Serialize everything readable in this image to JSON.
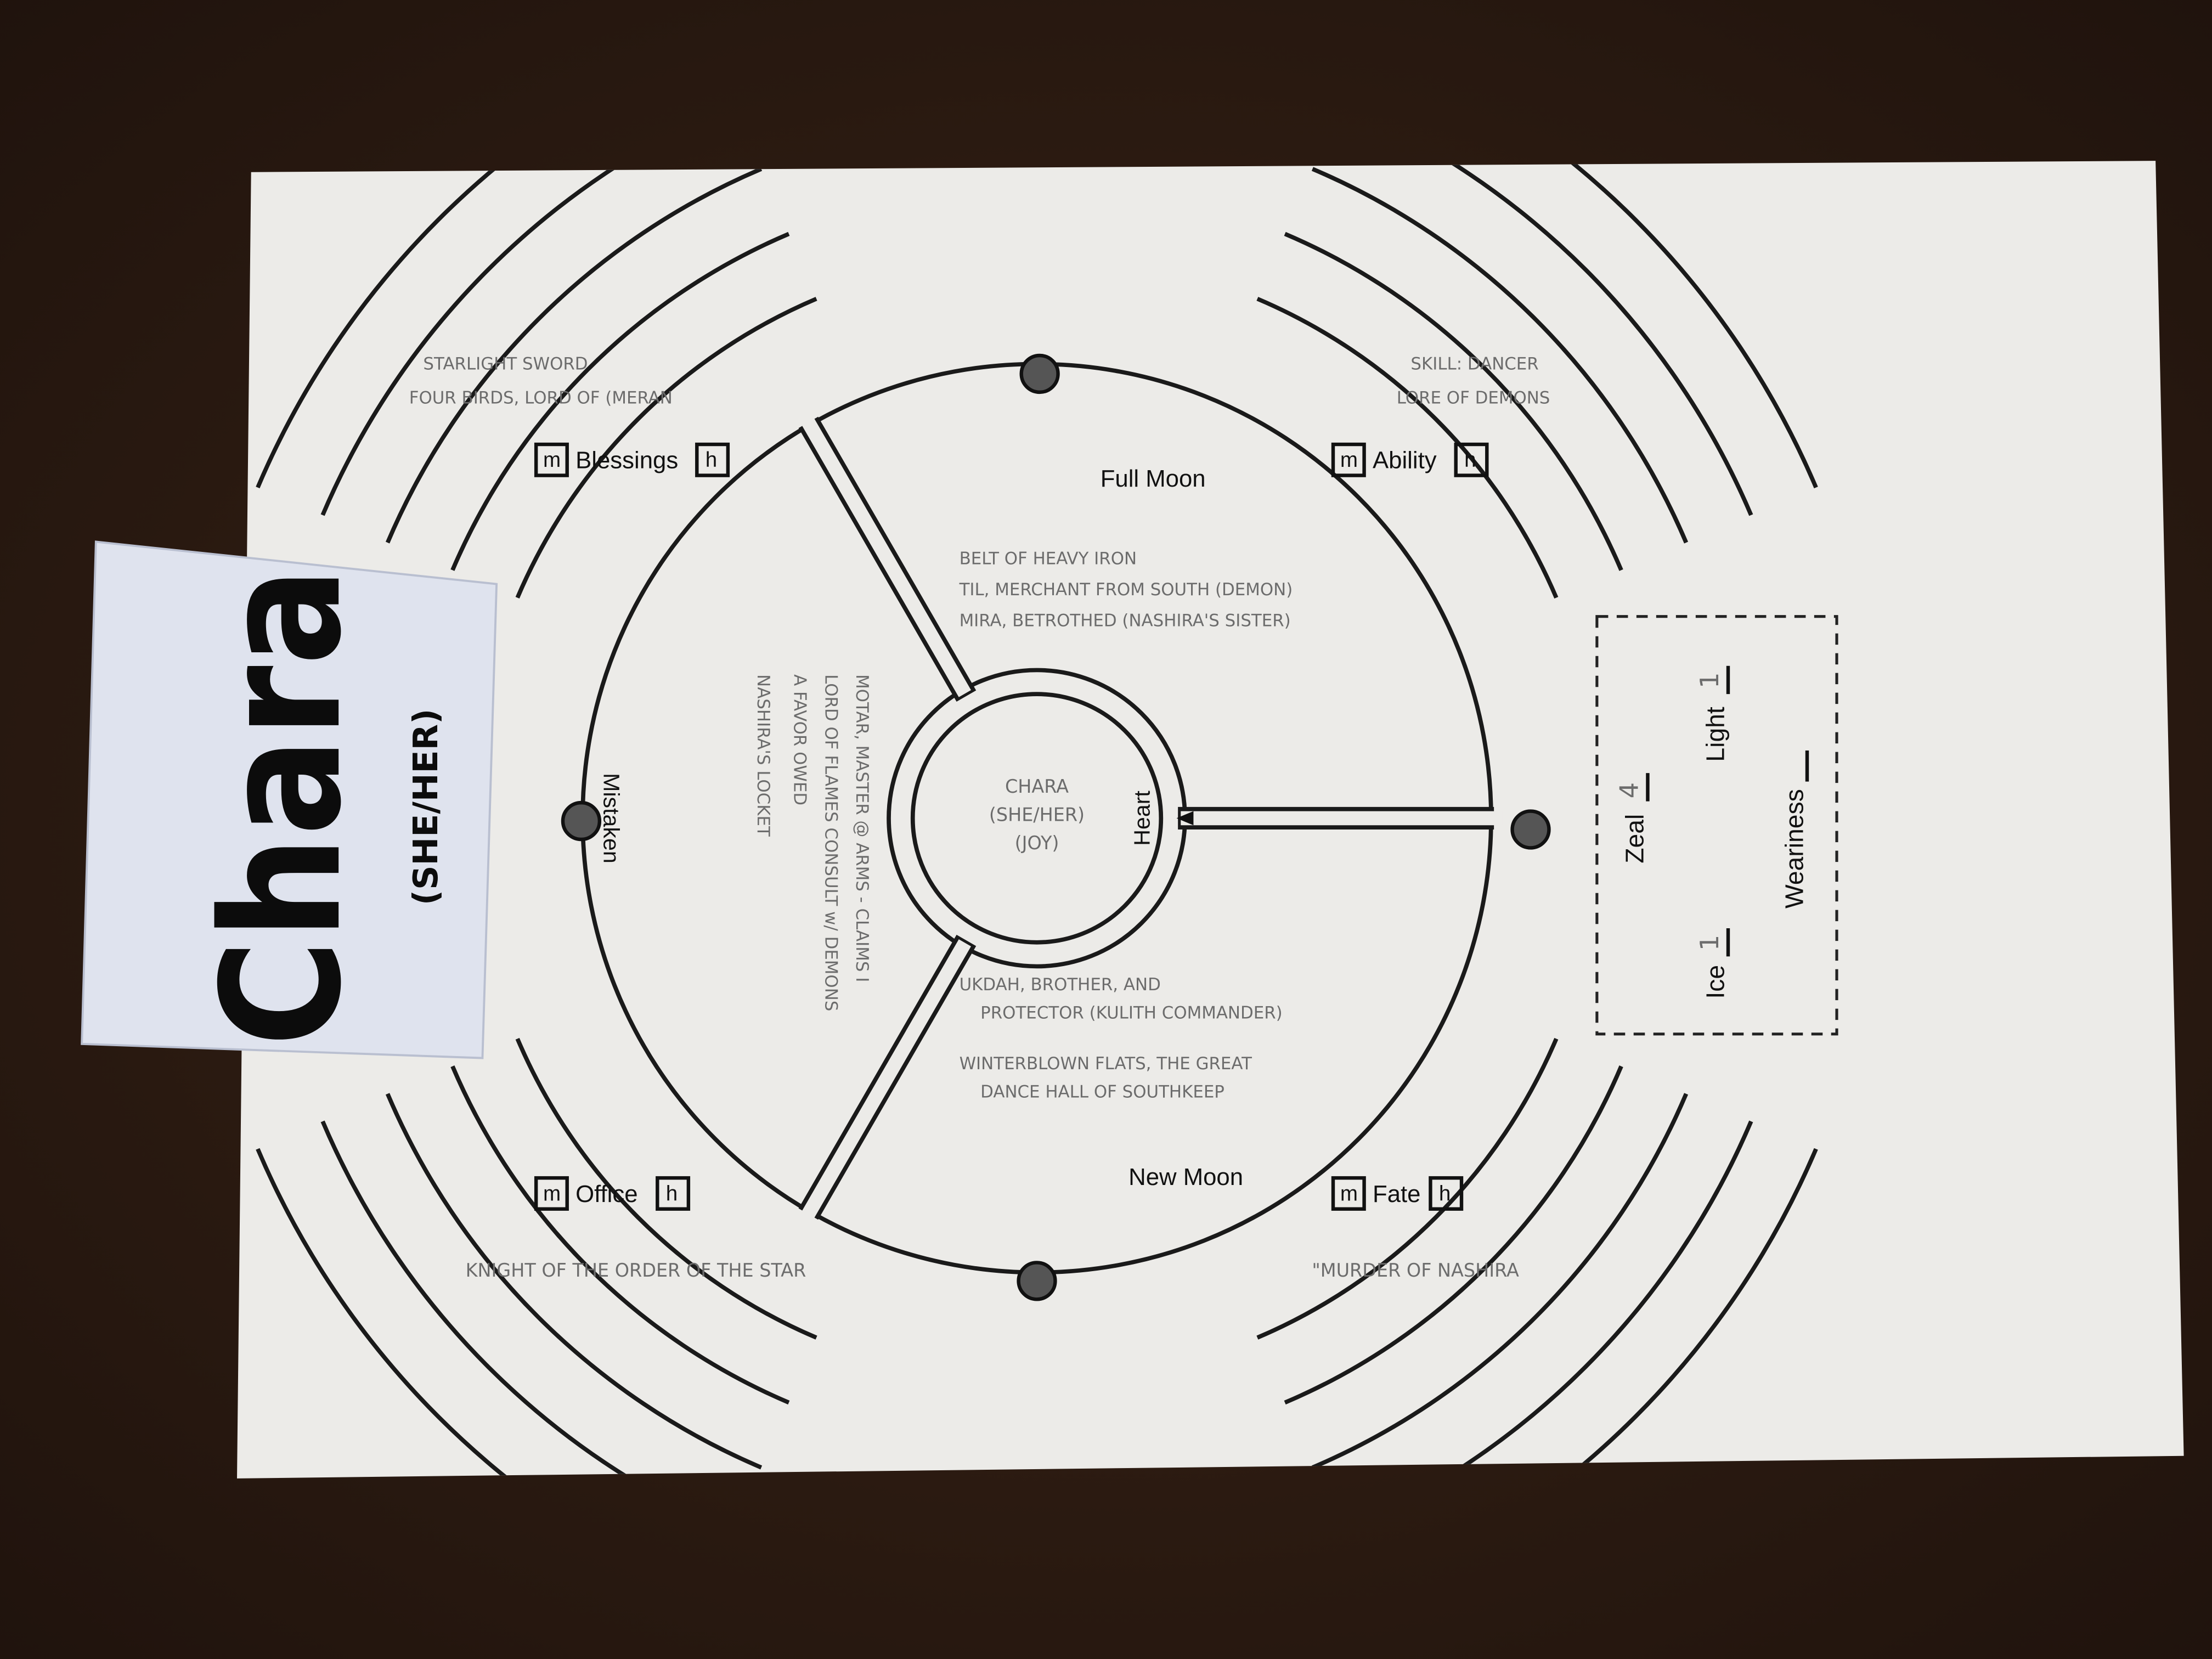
{
  "name_card": {
    "name": "Chara",
    "pronouns": "(SHE/HER)"
  },
  "wheel": {
    "center": {
      "lines": [
        "CHARA",
        "(SHE/HER)",
        "(JOY)"
      ]
    },
    "heart_label": "Heart",
    "mistaken_label": "Mistaken",
    "full_moon_label": "Full Moon",
    "new_moon_label": "New Moon",
    "full_moon_notes": [
      "BELT OF HEAVY IRON",
      "TIL, MERCHANT FROM SOUTH (DEMON)",
      "MIRA, BETROTHED (NASHIRA'S SISTER)"
    ],
    "mistaken_notes": [
      "MOTAR, MASTER @ ARMS - CLAIMS I",
      "LORD OF FLAMES   CONSULT w/ DEMONS",
      "A FAVOR OWED",
      "NASHIRA'S LOCKET"
    ],
    "new_moon_notes": [
      "UKDAH, BROTHER, AND",
      "PROTECTOR (KULITH COMMANDER)",
      "WINTERBLOWN FLATS, THE GREAT",
      "DANCE HALL OF SOUTHKEEP"
    ]
  },
  "corners": {
    "blessings": {
      "label": "Blessings",
      "m": "m",
      "h": "h",
      "notes": [
        "STARLIGHT SWORD",
        "FOUR BIRDS, LORD OF (MERAN"
      ]
    },
    "ability": {
      "label": "Ability",
      "m": "m",
      "h": "h",
      "notes": [
        "SKILL: DANCER",
        "LORE OF DEMONS"
      ]
    },
    "office": {
      "label": "Office",
      "m": "m",
      "h": "h",
      "notes": [
        "KNIGHT OF THE ORDER OF THE STAR"
      ]
    },
    "fate": {
      "label": "Fate",
      "m": "m",
      "h": "h",
      "notes": [
        "\"MURDER OF NASHIRA"
      ]
    }
  },
  "stats": {
    "zeal": {
      "label": "Zeal",
      "value": "4"
    },
    "light": {
      "label": "Light",
      "value": "1"
    },
    "ice": {
      "label": "Ice",
      "value": "1"
    },
    "weariness": {
      "label": "Weariness",
      "value": ""
    }
  },
  "colors": {
    "table": "#2b1a12",
    "paper": "#ececea",
    "ink": "#111111",
    "pencil": "#6c6c6c",
    "card": "#dfe3ee"
  }
}
